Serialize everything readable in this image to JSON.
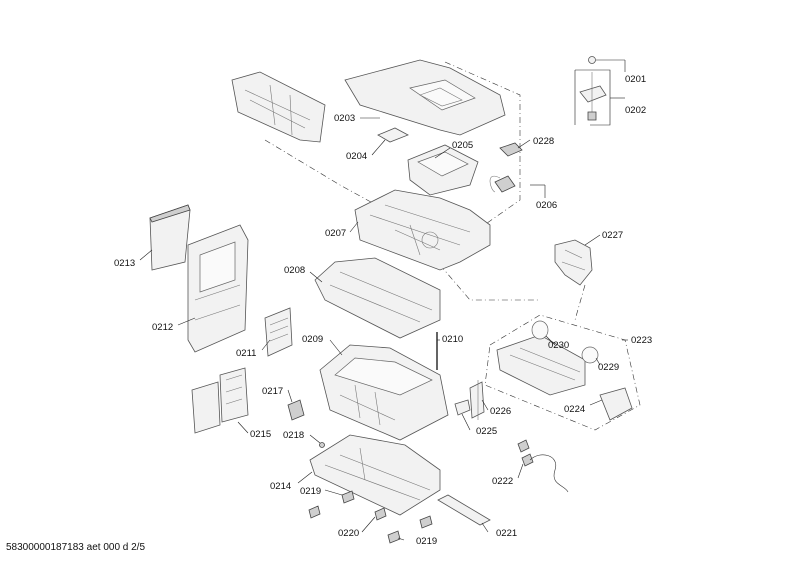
{
  "diagram": {
    "callouts": [
      {
        "id": "0201",
        "text": "0201"
      },
      {
        "id": "0202",
        "text": "0202"
      },
      {
        "id": "0203",
        "text": "0203"
      },
      {
        "id": "0204",
        "text": "0204"
      },
      {
        "id": "0205",
        "text": "0205"
      },
      {
        "id": "0206",
        "text": "0206"
      },
      {
        "id": "0207",
        "text": "0207"
      },
      {
        "id": "0208",
        "text": "0208"
      },
      {
        "id": "0209",
        "text": "0209"
      },
      {
        "id": "0210",
        "text": "0210"
      },
      {
        "id": "0211",
        "text": "0211"
      },
      {
        "id": "0212",
        "text": "0212"
      },
      {
        "id": "0213",
        "text": "0213"
      },
      {
        "id": "0214",
        "text": "0214"
      },
      {
        "id": "0215",
        "text": "0215"
      },
      {
        "id": "0217",
        "text": "0217"
      },
      {
        "id": "0218",
        "text": "0218"
      },
      {
        "id": "0219a",
        "text": "0219"
      },
      {
        "id": "0219b",
        "text": "0219"
      },
      {
        "id": "0220",
        "text": "0220"
      },
      {
        "id": "0221",
        "text": "0221"
      },
      {
        "id": "0222",
        "text": "0222"
      },
      {
        "id": "0223",
        "text": "0223"
      },
      {
        "id": "0224",
        "text": "0224"
      },
      {
        "id": "0225",
        "text": "0225"
      },
      {
        "id": "0226",
        "text": "0226"
      },
      {
        "id": "0227",
        "text": "0227"
      },
      {
        "id": "0228",
        "text": "0228"
      },
      {
        "id": "0229",
        "text": "0229"
      },
      {
        "id": "0230",
        "text": "0230"
      }
    ],
    "footer": "58300000187183 aet 000 d 2/5"
  }
}
